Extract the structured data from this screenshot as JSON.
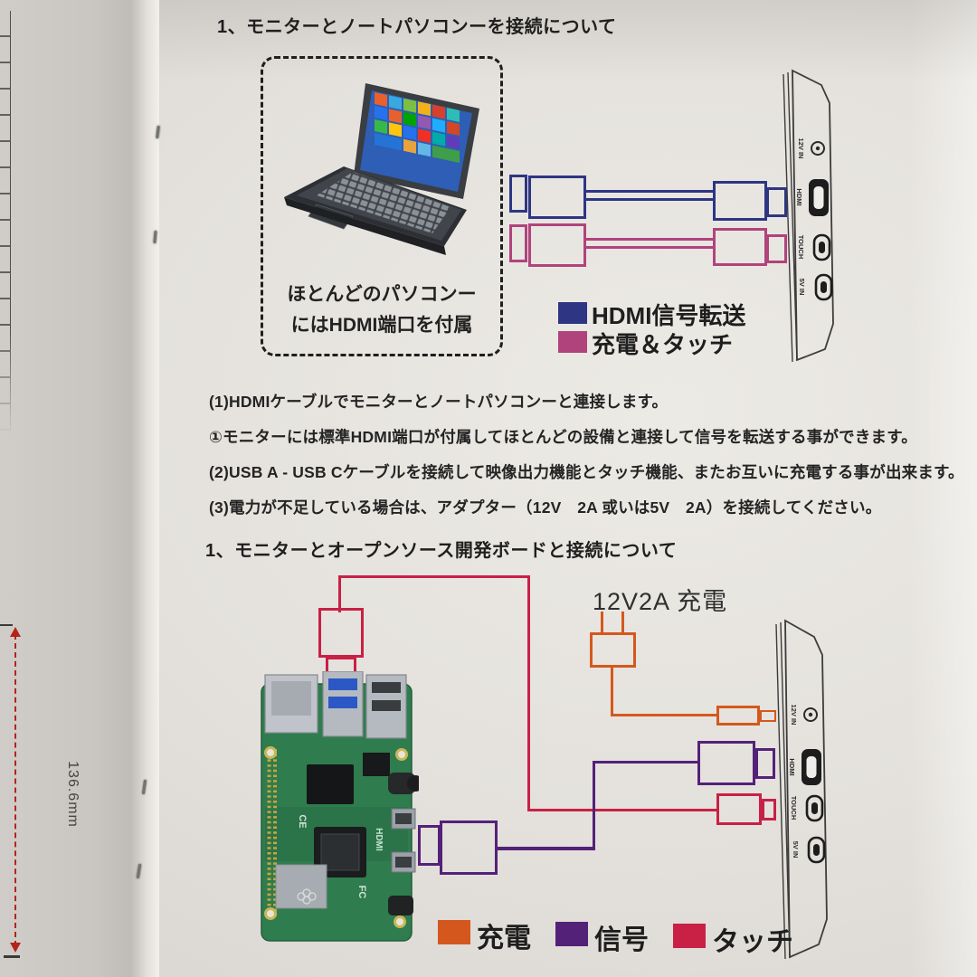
{
  "section1": {
    "heading": "1、モニターとノートパソコンーを接続について",
    "box_caption": {
      "line1": "ほとんどのパソコンー",
      "line2": "にはHDMI端口を付属"
    },
    "legend": {
      "hdmi": {
        "label": "HDMI信号転送",
        "color": "#2e3583"
      },
      "charge_touch": {
        "label": "充電＆タッチ",
        "color": "#b0437c"
      }
    },
    "instructions": {
      "line1": "(1)HDMIケーブルでモニターとノートパソコンーと連接します。",
      "line2": "①モニターには標準HDMI端口が付属してほとんどの設備と連接して信号を転送する事ができます。",
      "line3": "(2)USB A - USB Cケーブルを接続して映像出力機能とタッチ機能、またお互いに充電する事が出来ます。",
      "line4": "(3)電力が不足している場合は、アダプター（12V　2A 或いは5V　2A）を接続してください。"
    }
  },
  "section2": {
    "heading": "1、モニターとオープンソース開発ボードと接続について",
    "power_label": "12V2A 充電",
    "board": {
      "silk_label": "HDMI",
      "ce_mark": "CE",
      "fcc_mark": "FC"
    },
    "legend": {
      "charge": {
        "label": "充電",
        "color": "#d4581e"
      },
      "signal": {
        "label": "信号",
        "color": "#542179"
      },
      "touch": {
        "label": "タッチ",
        "color": "#c92045"
      }
    }
  },
  "monitor_ports": {
    "p1": "12V IN",
    "p2": "HDMI",
    "p3": "TOUCH",
    "p4": "5V IN"
  },
  "dimension_label": "136.6mm",
  "colors": {
    "hdmi_cable": "#2e3583",
    "charge_touch_cable": "#b0437c",
    "charge_cable": "#d4581e",
    "signal_cable": "#542179",
    "touch_cable": "#c92045",
    "dimension_red": "#b3241b"
  }
}
